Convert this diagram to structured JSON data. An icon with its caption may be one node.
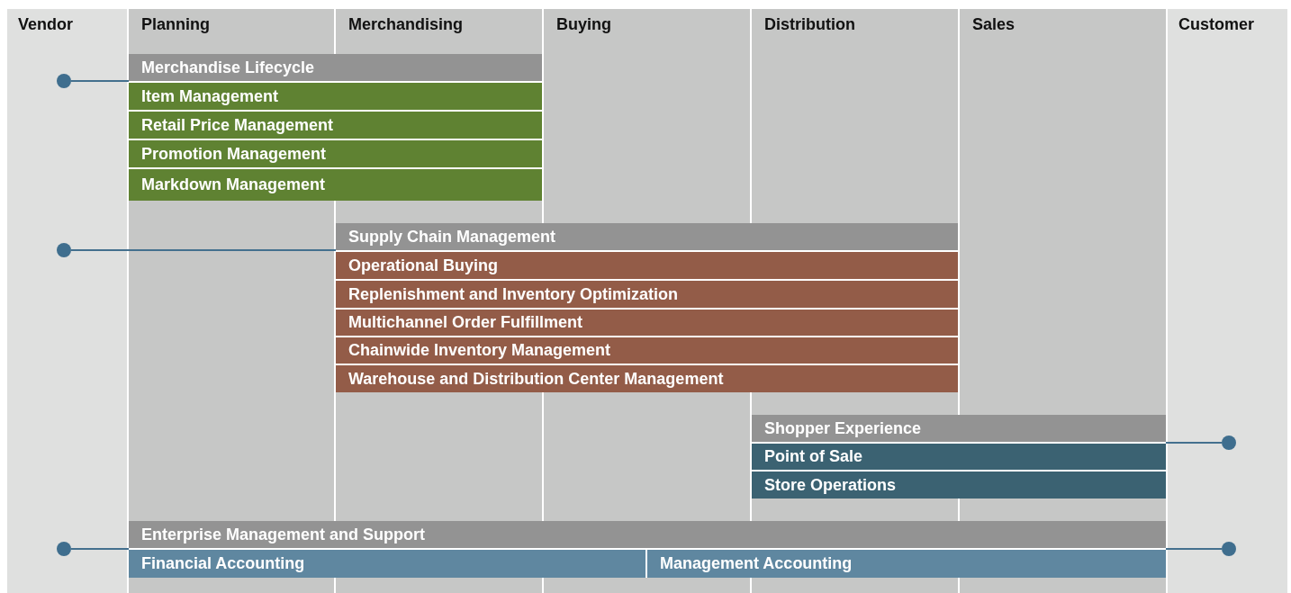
{
  "diagram": {
    "nodes": [
      {
        "text": [
          "Vendor"
        ]
      },
      {
        "text": [
          "Planning"
        ]
      },
      {
        "text": [
          "Merchandising"
        ]
      },
      {
        "text": [
          "Buying"
        ]
      },
      {
        "text": [
          "Distribution"
        ]
      },
      {
        "text": [
          "Sales"
        ]
      },
      {
        "text": [
          "Customer"
        ]
      },
      {
        "text": [
          "Merchandise Lifecycle"
        ]
      },
      {
        "text": [
          "Item Management"
        ],
        "in": 7
      },
      {
        "text": [
          "Retail Price Management"
        ],
        "in": 7
      },
      {
        "text": [
          "Promotion Management"
        ],
        "in": 7
      },
      {
        "text": [
          "Markdown Management"
        ],
        "in": 7
      },
      {
        "text": [
          "Supply Chain Management"
        ]
      },
      {
        "text": [
          "Operational Buying"
        ],
        "in": 12
      },
      {
        "text": [
          "Replenishment and Inventory Optimization"
        ],
        "in": 12
      },
      {
        "text": [
          "Multichannel Order Fulfillment"
        ],
        "in": 12
      },
      {
        "text": [
          "Chainwide Inventory Management"
        ],
        "in": 12
      },
      {
        "text": [
          "Warehouse and Distribution Center Management"
        ],
        "in": 12
      },
      {
        "text": [
          "Shopper Experience"
        ]
      },
      {
        "text": [
          "Point of Sale"
        ],
        "in": 18
      },
      {
        "text": [
          "Store Operations"
        ],
        "in": 18
      },
      {
        "text": [
          "Enterprise Management and Support"
        ]
      },
      {
        "text": [
          "Financial Accounting"
        ],
        "in": 21
      },
      {
        "text": [
          "Management Accounting"
        ],
        "in": 21
      },
      {
        "text": [],
        "shape": "circle",
        "in": 0
      },
      {
        "text": [],
        "shape": "circle",
        "in": 0
      },
      {
        "text": [],
        "shape": "circle",
        "in": 6
      },
      {
        "text": [],
        "shape": "circle",
        "in": 0
      },
      {
        "text": [],
        "shape": "circle",
        "in": 6
      }
    ],
    "edges": [
      {
        "from": 24,
        "to": 7,
        "arrow": "none"
      },
      {
        "from": 25,
        "to": 12,
        "arrow": "none"
      },
      {
        "from": 26,
        "to": 18,
        "arrow": "none"
      },
      {
        "from": 27,
        "to": 21,
        "arrow": "none"
      },
      {
        "from": 28,
        "to": 21,
        "arrow": "none"
      }
    ]
  }
}
